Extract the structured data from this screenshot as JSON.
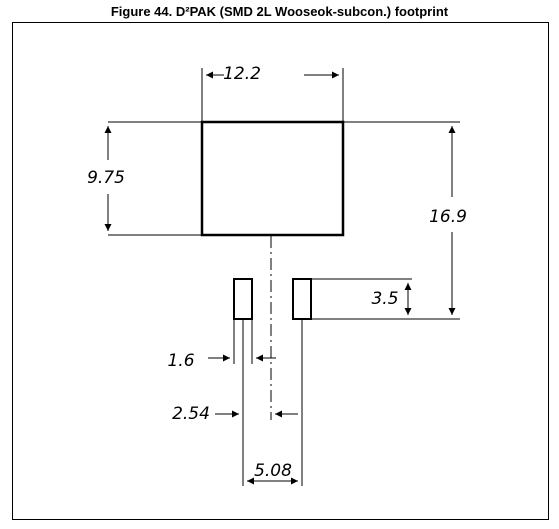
{
  "figure": {
    "title": "Figure 44. D²PAK (SMD 2L Wooseok-subcon.) footprint"
  },
  "dimensions": {
    "pad_width": "12.2",
    "pad_height": "9.75",
    "overall_height": "16.9",
    "lead_pad_height": "3.5",
    "lead_pad_width": "1.6",
    "lead_offset": "2.54",
    "lead_pitch": "5.08"
  }
}
